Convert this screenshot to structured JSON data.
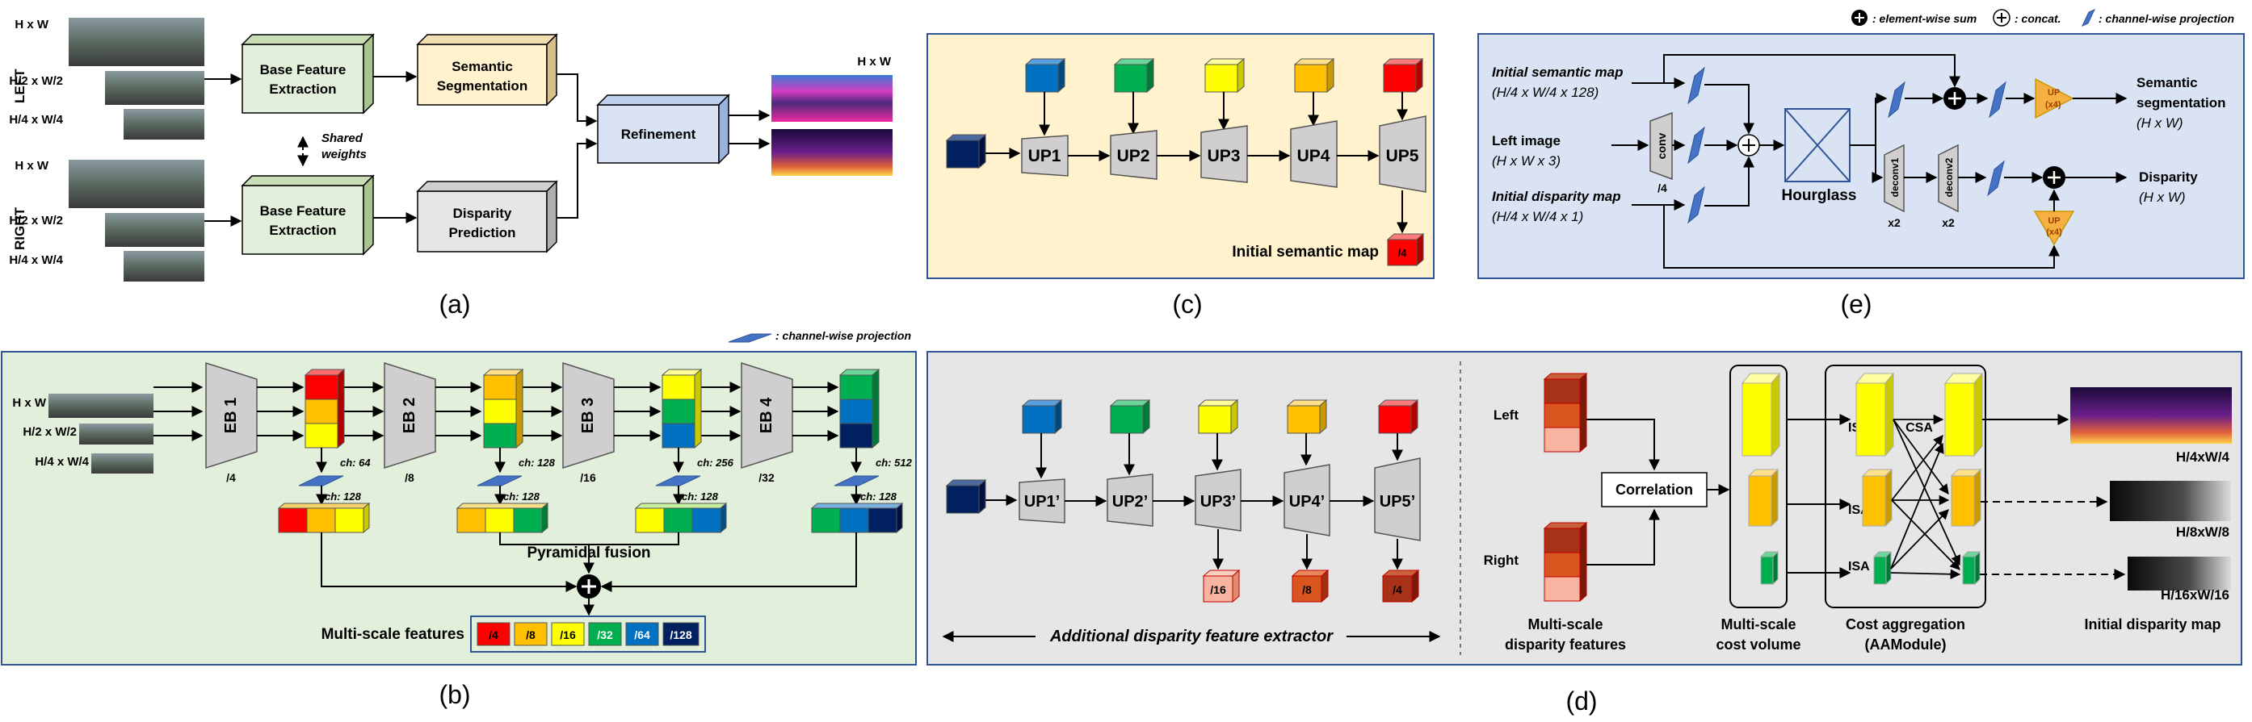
{
  "panels": {
    "a": {
      "caption": "(a)",
      "side_left": "LEFT",
      "side_right": "RIGHT",
      "scales": [
        "H x W",
        "H/2 x W/2",
        "H/4 x W/4"
      ],
      "base_line1": "Base Feature",
      "base_line2": "Extraction",
      "seg_line1": "Semantic",
      "seg_line2": "Segmentation",
      "disp_line1": "Disparity",
      "disp_line2": "Prediction",
      "refinement": "Refinement",
      "shared1": "Shared",
      "shared2": "weights",
      "out_res": "H x W"
    },
    "b": {
      "caption": "(b)",
      "legend_proj": ": channel-wise projection",
      "scales": [
        "H x W",
        "H/2 x W/2",
        "H/4 x W/4"
      ],
      "eb": [
        "EB 1",
        "EB 2",
        "EB 3",
        "EB 4"
      ],
      "eb_scale": [
        "/4",
        "/8",
        "/16",
        "/32"
      ],
      "ch_in": [
        "ch: 64",
        "ch: 128",
        "ch: 256",
        "ch: 512"
      ],
      "ch_out": "ch: 128",
      "pyramidal": "Pyramidal fusion",
      "multiscale": "Multi-scale features",
      "legend": [
        "/4",
        "/8",
        "/16",
        "/32",
        "/64",
        "/128"
      ]
    },
    "c": {
      "caption": "(c)",
      "ups": [
        "UP1",
        "UP2",
        "UP3",
        "UP4",
        "UP5"
      ],
      "label": "Initial semantic map",
      "out_scale": "/4"
    },
    "d": {
      "caption": "(d)",
      "ups": [
        "UP1’",
        "UP2’",
        "UP3’",
        "UP4’",
        "UP5’"
      ],
      "up_scales": [
        "/16",
        "/8",
        "/4"
      ],
      "extractor": "Additional disparity feature extractor",
      "left": "Left",
      "right": "Right",
      "correlation": "Correlation",
      "msdf1": "Multi-scale",
      "msdf2": "disparity features",
      "mscv1": "Multi-scale",
      "mscv2": "cost volume",
      "ca1": "Cost aggregation",
      "ca2": "(AAModule)",
      "init_disp": "Initial disparity map",
      "isa": "ISA",
      "csa": "CSA",
      "res": [
        "H/4xW/4",
        "H/8xW/8",
        "H/16xW/16"
      ]
    },
    "e": {
      "caption": "(e)",
      "legend_sum": ": element-wise sum",
      "legend_concat": ": concat.",
      "legend_proj": ": channel-wise projection",
      "in1_a": "Initial semantic map",
      "in1_b": "(H/4 x W/4 x 128)",
      "in2_a": "Left image",
      "in2_b": "(H x W x 3)",
      "in3_a": "Initial disparity map",
      "in3_b": "(H/4 x W/4 x 1)",
      "conv": "conv",
      "conv_scale": "/4",
      "hourglass": "Hourglass",
      "deconv1": "deconv1",
      "deconv2": "deconv2",
      "x2": "x2",
      "up_a": "UP",
      "up_b": "(x4)",
      "out1_a": "Semantic",
      "out1_b": "segmentation",
      "out1_c": "(H x W)",
      "out2_a": "Disparity",
      "out2_b": "(H x W)"
    }
  },
  "colors": {
    "panel_green": "#e2efda",
    "panel_yellow": "#fff2cc",
    "panel_gray": "#e7e6e6",
    "panel_blue": "#dae3f3",
    "border_blue": "#2f5597",
    "red": "#ff0000",
    "orange": "#ffc000",
    "yellow": "#ffff00",
    "green": "#00b050",
    "blue": "#0070c0",
    "navy": "#002060"
  }
}
